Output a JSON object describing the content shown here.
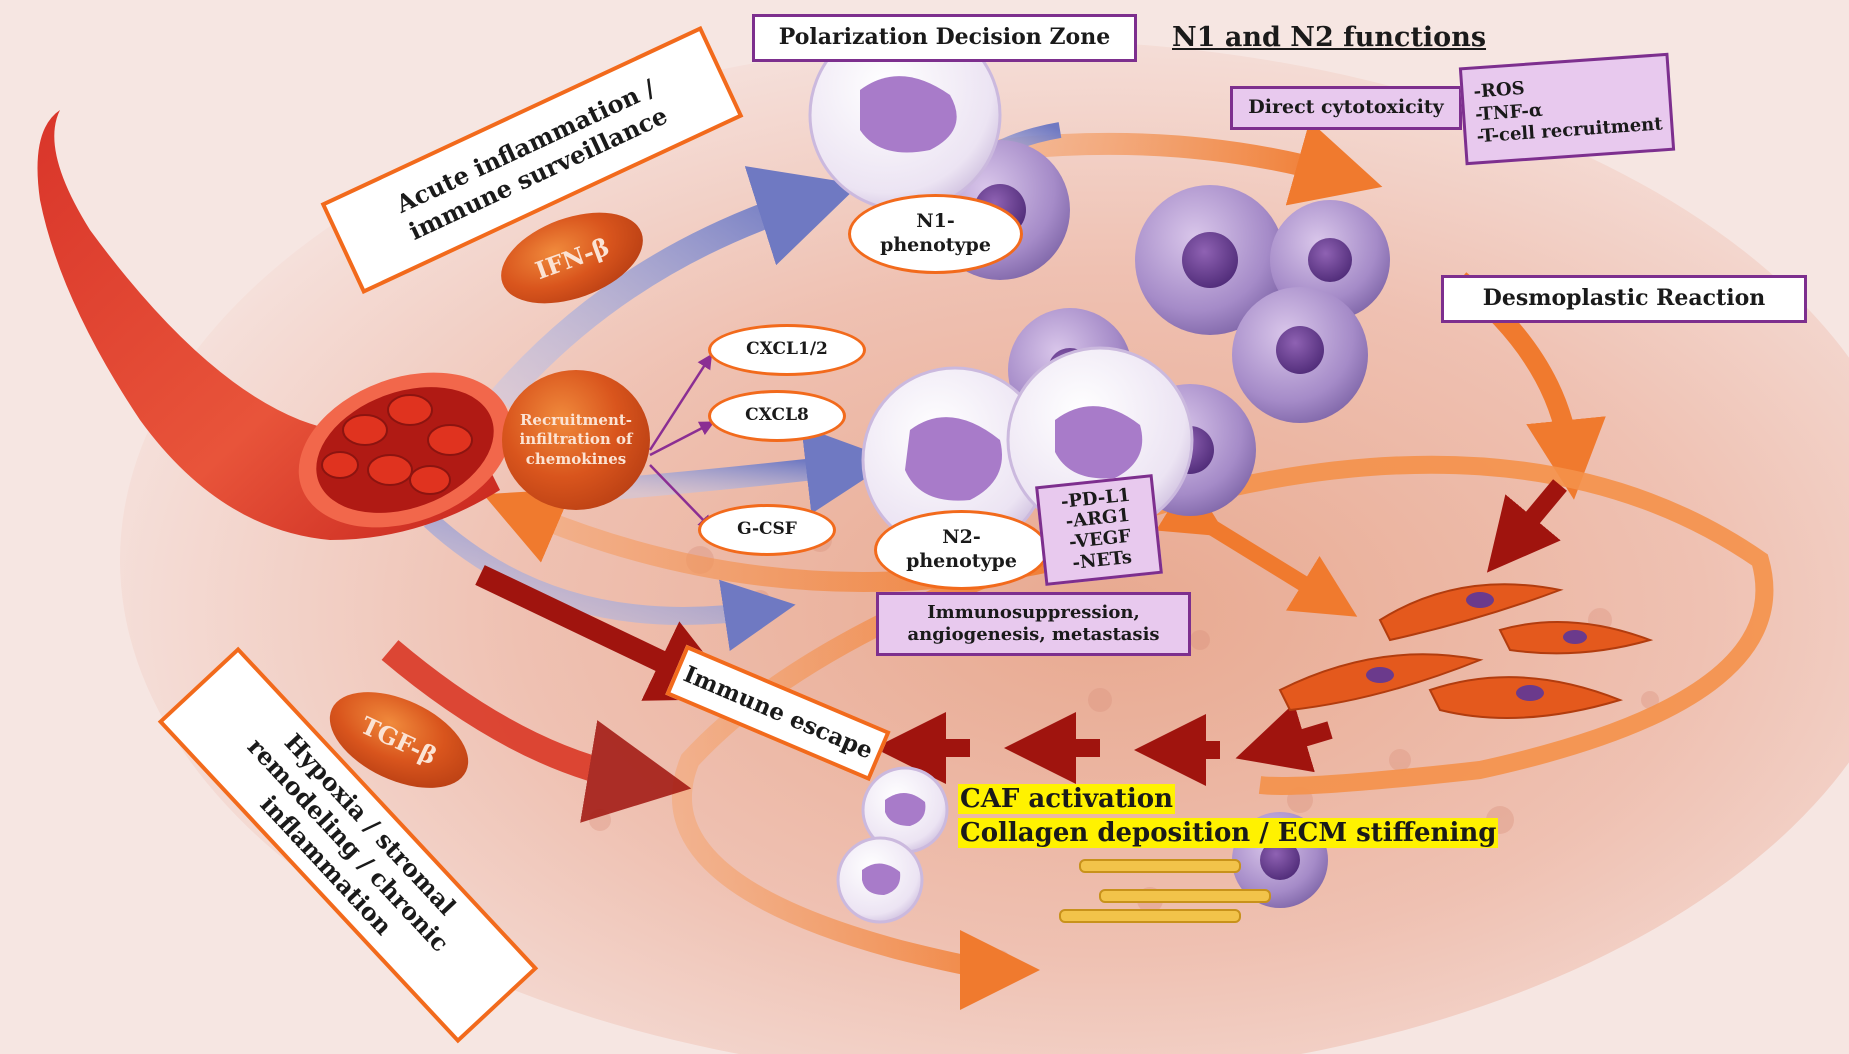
{
  "labels": {
    "polarization_zone": "Polarization Decision Zone",
    "n1_n2_functions": "N1 and N2 functions",
    "acute_inflammation": "Acute inflammation / immune surveillance",
    "ifn_beta": "IFN-β",
    "tgf_beta": "TGF-β",
    "direct_cytotoxicity": "Direct cytotoxicity",
    "cytotoxic_items": [
      "-ROS",
      "-TNF-α",
      "-T-cell recruitment"
    ],
    "desmoplastic_reaction": "Desmoplastic Reaction",
    "n1_phenotype": "N1-phenotype",
    "n2_phenotype": "N2-phenotype",
    "recruitment": "Recruitment-infiltration of chemokines",
    "cxcl12": "CXCL1/2",
    "cxcl8": "CXCL8",
    "gcsf": "G-CSF",
    "n2_items": [
      "-PD-L1",
      "-ARG1",
      "-VEGF",
      "-NETs"
    ],
    "immunosuppression": "Immunosuppression, angiogenesis, metastasis",
    "immune_escape": "Immune escape",
    "hypoxia": "Hypoxia / stromal remodeling / chronic inflammation",
    "caf_activation": "CAF activation",
    "collagen": "Collagen deposition / ECM stiffening"
  },
  "colors": {
    "accent_orange": "#f26a1c",
    "accent_purple": "#7d2f8e",
    "lilac_fill": "#e8c9ee",
    "dark_red_arrow": "#a0140e",
    "blue_arrow": "#7b84c6",
    "highlight": "#fff200"
  }
}
